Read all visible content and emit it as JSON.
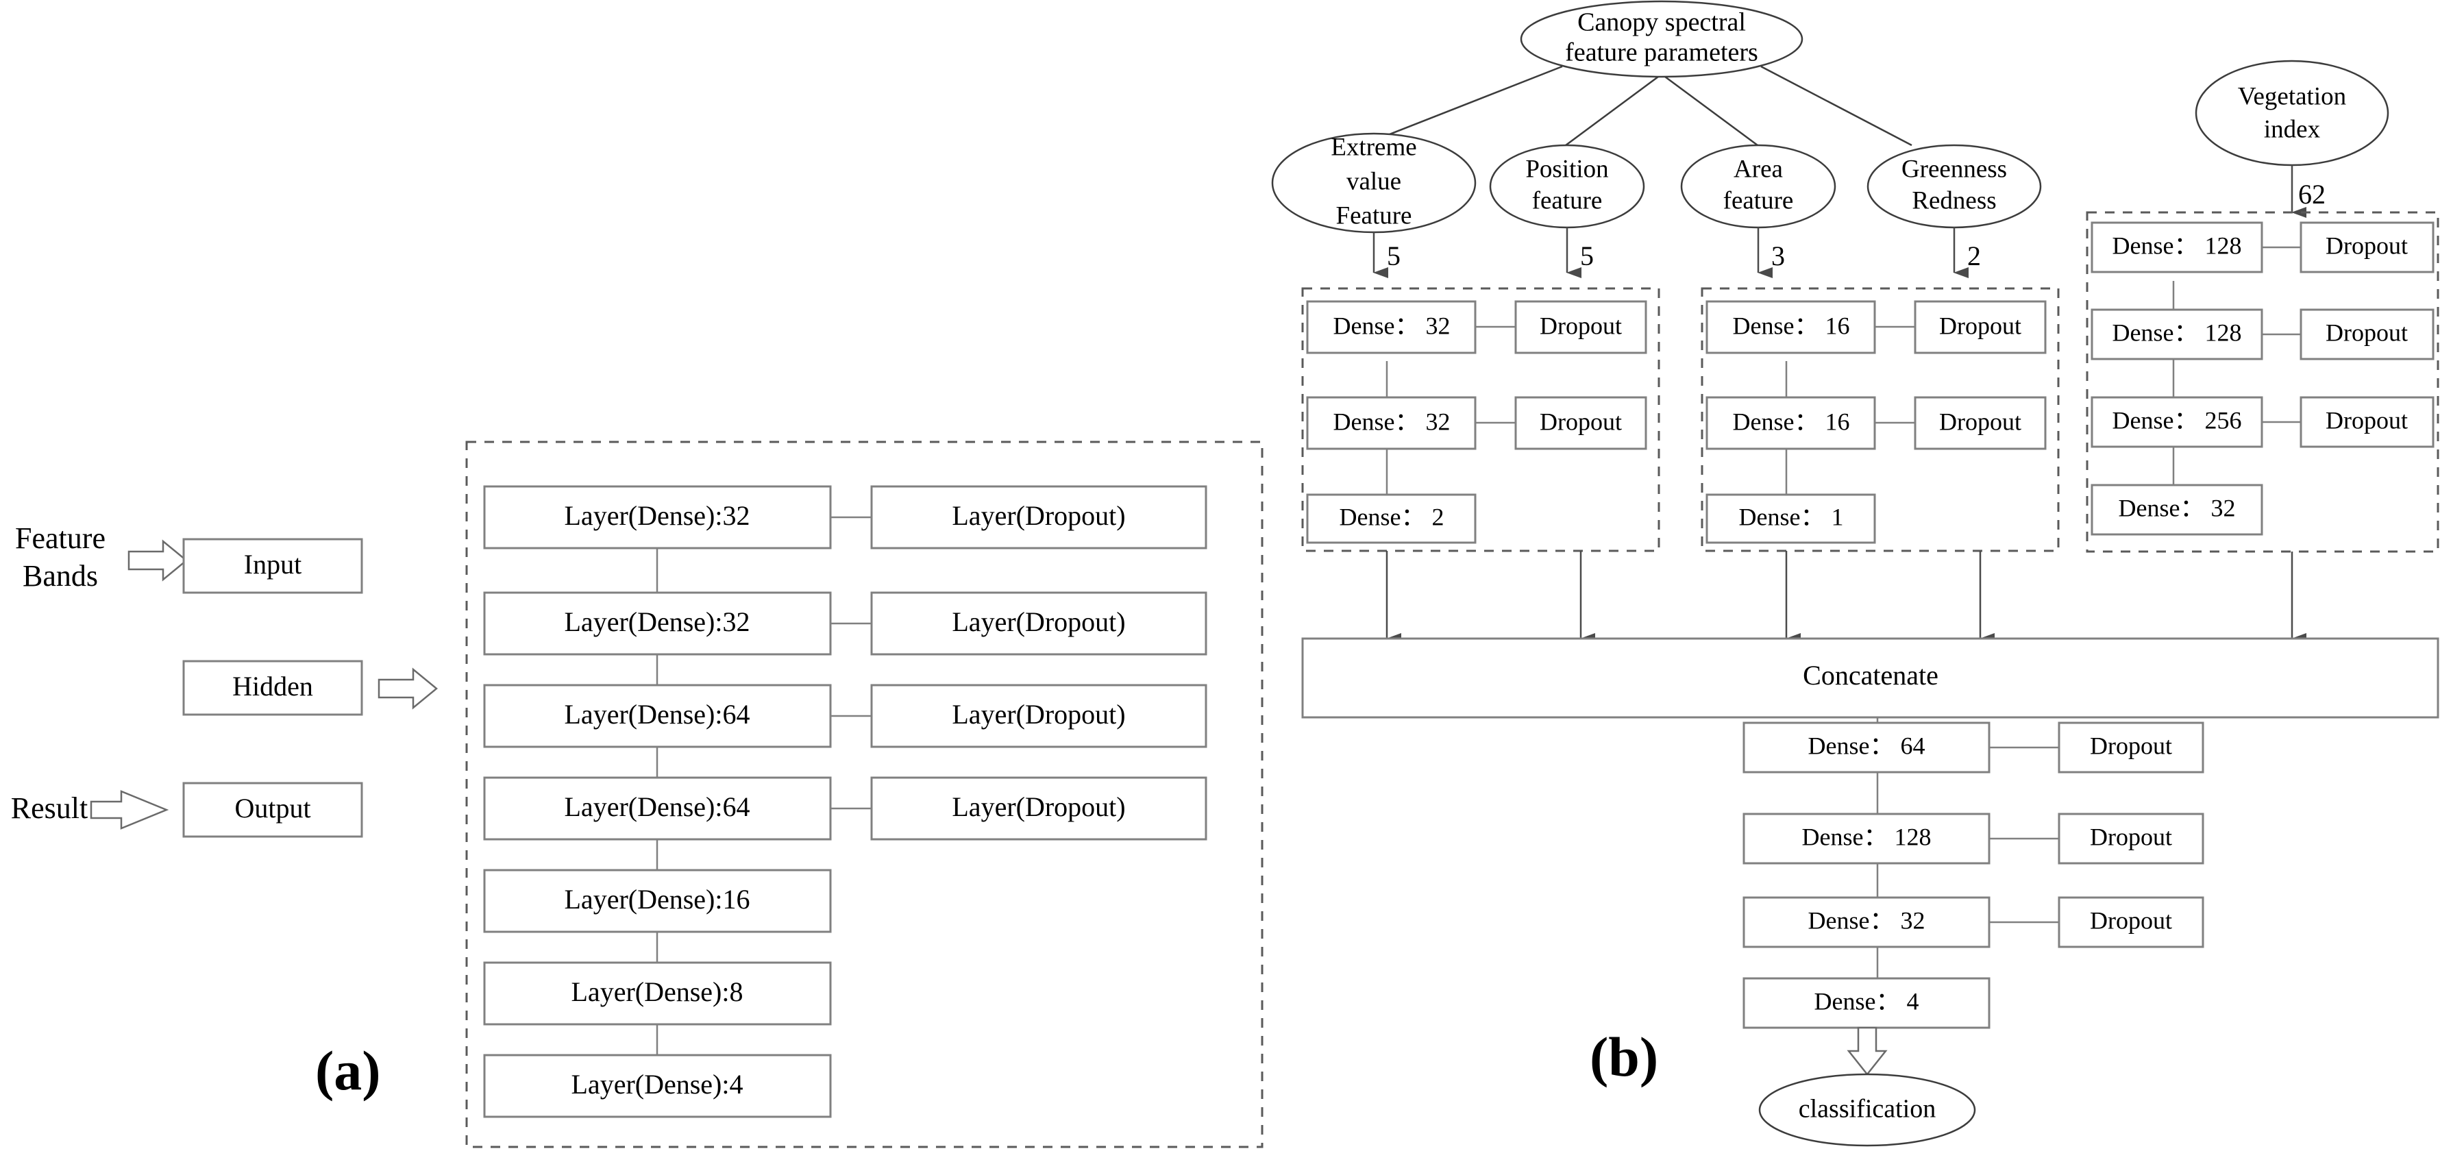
{
  "figure": {
    "panel_a": {
      "tag": "(a)",
      "side_labels": [
        {
          "name": "feature-bands",
          "text_line1": "Feature",
          "text_line2": "Bands"
        },
        {
          "name": "result",
          "text": "Result"
        }
      ],
      "stage_boxes": [
        {
          "name": "input",
          "label": "Input"
        },
        {
          "name": "hidden",
          "label": "Hidden"
        },
        {
          "name": "output",
          "label": "Output"
        }
      ],
      "dense_layers": [
        "Layer(Dense):32",
        "Layer(Dense):32",
        "Layer(Dense):64",
        "Layer(Dense):64",
        "Layer(Dense):16",
        "Layer(Dense):8",
        "Layer(Dense):4"
      ],
      "dropout_layers": [
        "Layer(Dropout)",
        "Layer(Dropout)",
        "Layer(Dropout)",
        "Layer(Dropout)"
      ]
    },
    "panel_b": {
      "tag": "(b)",
      "root_node": "Canopy spectral\nfeature parameters",
      "root_node_line1": "Canopy spectral",
      "root_node_line2": "feature parameters",
      "feature_nodes": [
        {
          "name": "extreme-value-feature",
          "lines": [
            "Extreme",
            "value",
            "Feature"
          ],
          "edge_count": "5"
        },
        {
          "name": "position-feature",
          "lines": [
            "Position",
            "feature"
          ],
          "edge_count": "5"
        },
        {
          "name": "area-feature",
          "lines": [
            "Area",
            "feature"
          ],
          "edge_count": "3"
        },
        {
          "name": "greenness-redness",
          "lines": [
            "Greenness",
            "Redness"
          ],
          "edge_count": "2"
        }
      ],
      "vegetation_node": {
        "name": "vegetation-index",
        "lines": [
          "Vegetation",
          "index"
        ],
        "edge_count": "62"
      },
      "branch_groups": [
        {
          "name": "branch-group-1",
          "dense": [
            "Dense： 32",
            "Dense： 32",
            "Dense： 2"
          ],
          "dropout": [
            "Dropout",
            "Dropout"
          ]
        },
        {
          "name": "branch-group-2",
          "dense": [
            "Dense： 16",
            "Dense： 16",
            "Dense： 1"
          ],
          "dropout": [
            "Dropout",
            "Dropout"
          ]
        },
        {
          "name": "branch-group-3",
          "dense": [
            "Dense： 128",
            "Dense： 128",
            "Dense： 256",
            "Dense： 32"
          ],
          "dropout": [
            "Dropout",
            "Dropout",
            "Dropout"
          ]
        }
      ],
      "concatenate": "Concatenate",
      "tail_dense": [
        "Dense： 64",
        "Dense： 128",
        "Dense： 32",
        "Dense： 4"
      ],
      "tail_dropout": [
        "Dropout",
        "Dropout",
        "Dropout"
      ],
      "classification": "classification"
    }
  },
  "colors": {
    "box_stroke": "#808080",
    "dashed_stroke": "#5a5a5a",
    "ellipse_stroke": "#3c3c3c",
    "arrow_fill": "#4a4a4a",
    "text": "#000000",
    "background": "#ffffff"
  }
}
